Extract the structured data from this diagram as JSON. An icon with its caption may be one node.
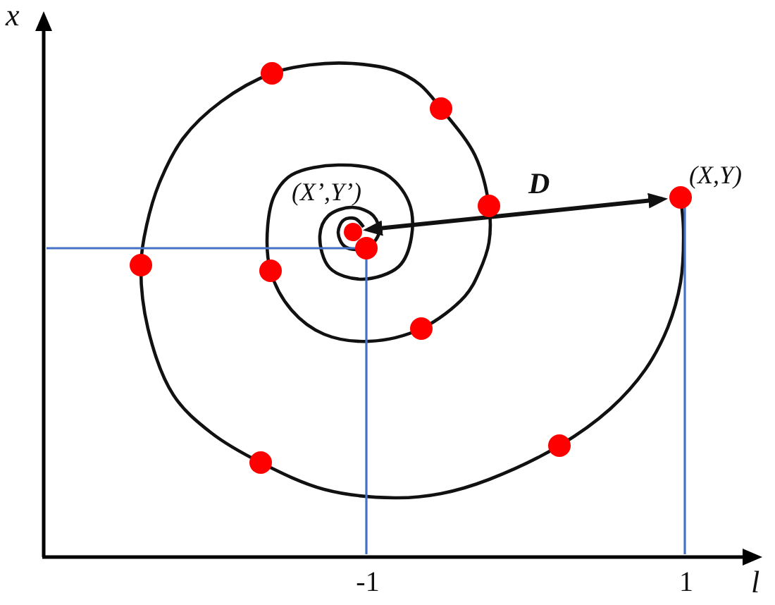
{
  "diagram": {
    "nodes": [
      {
        "text": [],
        "shape": "circle"
      },
      {
        "text": [],
        "shape": "circle"
      },
      {
        "text": [],
        "shape": "circle"
      },
      {
        "text": [],
        "shape": "circle",
        "beside": [
          "(X,Y)"
        ]
      },
      {
        "text": [],
        "shape": "circle",
        "beside": [
          "(X’,Y’)"
        ]
      },
      {
        "text": [],
        "shape": "circle"
      },
      {
        "text": [],
        "shape": "circle"
      },
      {
        "text": [],
        "shape": "circle"
      },
      {
        "text": [],
        "shape": "circle"
      },
      {
        "text": [],
        "shape": "circle"
      },
      {
        "text": [],
        "shape": "circle"
      }
    ],
    "edges": [
      {
        "from": 4,
        "to": 3,
        "arrow": "both",
        "label": "D"
      }
    ],
    "labels": [
      "x",
      "-1",
      "1",
      "l"
    ]
  }
}
